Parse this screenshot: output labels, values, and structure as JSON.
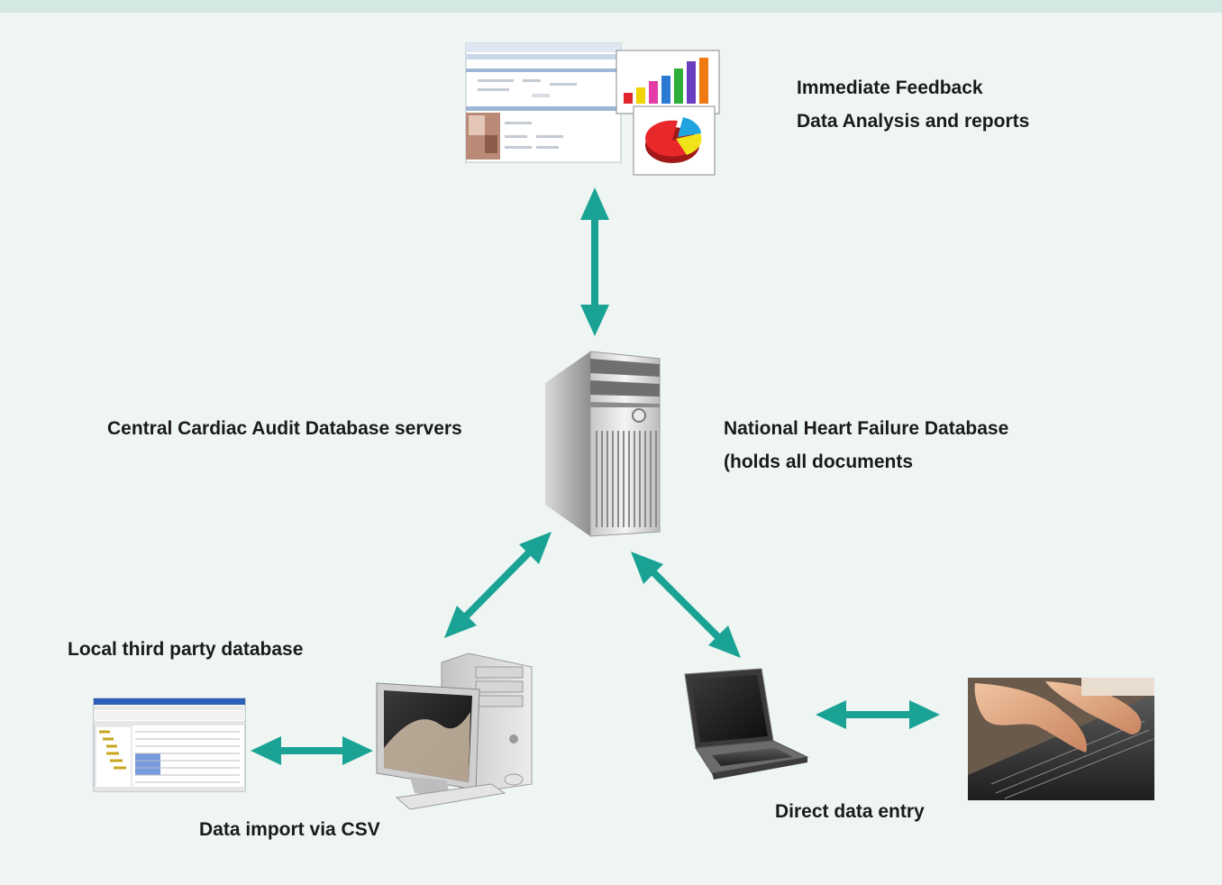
{
  "labels": {
    "feedback_line1": "Immediate Feedback",
    "feedback_line2": "Data Analysis and reports",
    "central_servers": "Central Cardiac Audit Database servers",
    "national_line1": "National Heart Failure Database",
    "national_line2": "(holds all documents",
    "local_db": "Local third party database",
    "csv_import": "Data import via CSV",
    "direct_entry": "Direct data entry"
  },
  "colors": {
    "background": "#eef5f3",
    "top_band": "#d4e8e3",
    "arrow": "#1aa394"
  },
  "icons": [
    "report-screenshot-icon",
    "bar-chart-icon",
    "pie-chart-icon",
    "server-tower-icon",
    "desktop-computer-icon",
    "database-window-icon",
    "laptop-icon",
    "typing-hands-photo"
  ]
}
